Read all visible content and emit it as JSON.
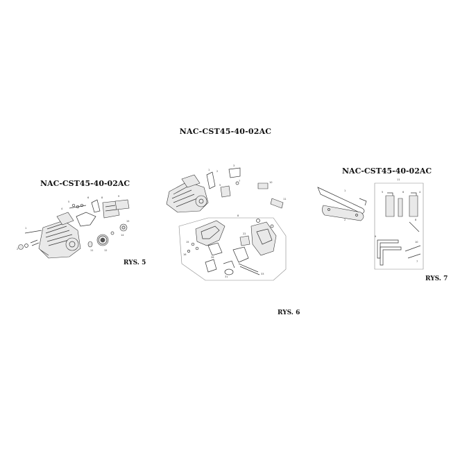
{
  "titles": {
    "main": "NAC-CST45-40-02AC",
    "left": "NAC-CST45-40-02AC",
    "right": "NAC-CST45-40-02AC"
  },
  "figures": {
    "rys5": "RYS. 5",
    "rys6": "RYS. 6",
    "rys7": "RYS. 7"
  }
}
